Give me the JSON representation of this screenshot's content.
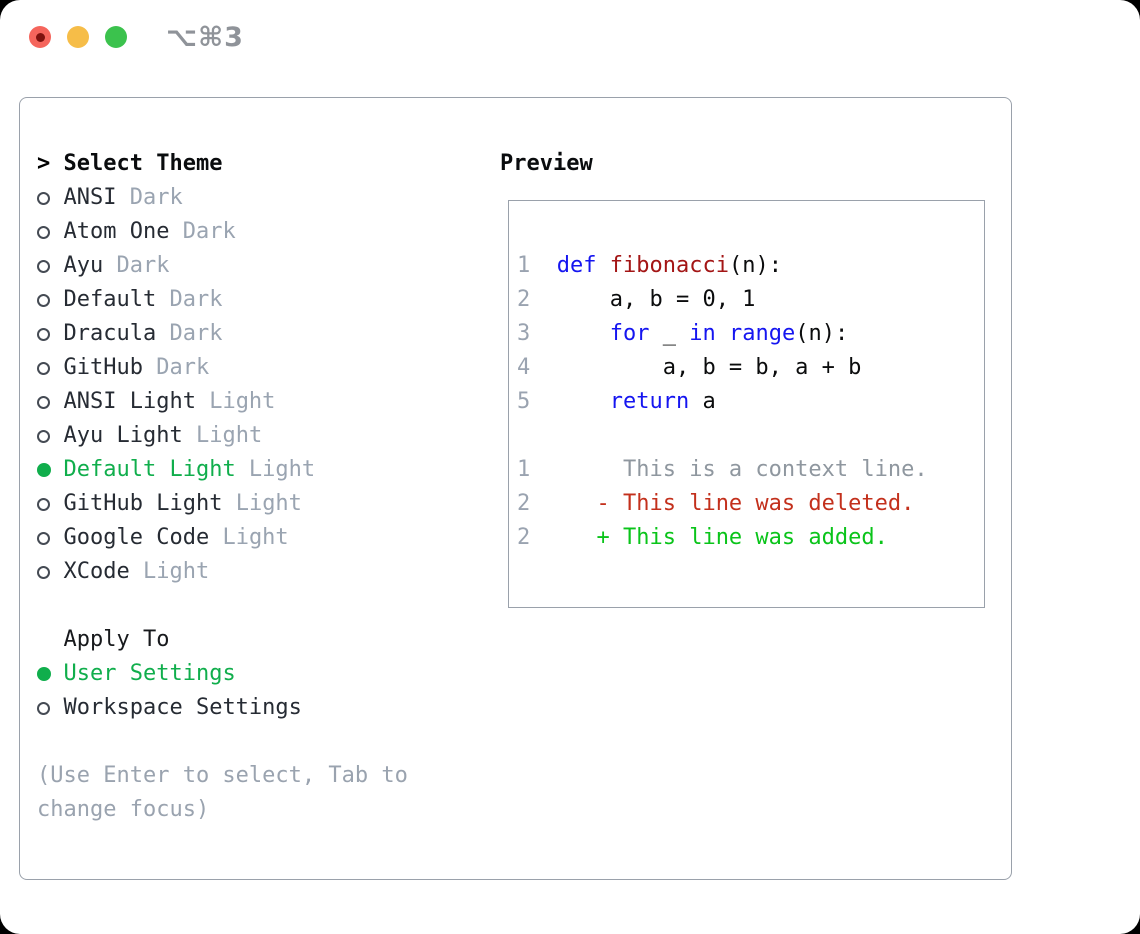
{
  "titlebar": {
    "shortcut": "⌥⌘3"
  },
  "theme_panel": {
    "prompt": ">",
    "title": "Select Theme",
    "items": [
      {
        "name": "ANSI",
        "variant": "Dark",
        "selected": false
      },
      {
        "name": "Atom One",
        "variant": "Dark",
        "selected": false
      },
      {
        "name": "Ayu",
        "variant": "Dark",
        "selected": false
      },
      {
        "name": "Default",
        "variant": "Dark",
        "selected": false
      },
      {
        "name": "Dracula",
        "variant": "Dark",
        "selected": false
      },
      {
        "name": "GitHub",
        "variant": "Dark",
        "selected": false
      },
      {
        "name": "ANSI Light",
        "variant": "Light",
        "selected": false
      },
      {
        "name": "Ayu Light",
        "variant": "Light",
        "selected": false
      },
      {
        "name": "Default Light",
        "variant": "Light",
        "selected": true
      },
      {
        "name": "GitHub Light",
        "variant": "Light",
        "selected": false
      },
      {
        "name": "Google Code",
        "variant": "Light",
        "selected": false
      },
      {
        "name": "XCode",
        "variant": "Light",
        "selected": false
      }
    ],
    "apply_to": {
      "title": "Apply To",
      "options": [
        {
          "label": "User Settings",
          "selected": true
        },
        {
          "label": "Workspace Settings",
          "selected": false
        }
      ]
    },
    "hint_lines": [
      "(Use Enter to select, Tab to",
      "change focus)"
    ]
  },
  "preview": {
    "title": "Preview",
    "code_lines": [
      [
        {
          "t": "1",
          "c": "num"
        },
        {
          "t": "  ",
          "c": "code"
        },
        {
          "t": "def",
          "c": "kw"
        },
        {
          "t": " ",
          "c": "code"
        },
        {
          "t": "fibonacci",
          "c": "fn"
        },
        {
          "t": "(n):",
          "c": "code"
        }
      ],
      [
        {
          "t": "2",
          "c": "num"
        },
        {
          "t": "      ",
          "c": "code"
        },
        {
          "t": "a, b = 0, 1",
          "c": "code"
        }
      ],
      [
        {
          "t": "3",
          "c": "num"
        },
        {
          "t": "      ",
          "c": "code"
        },
        {
          "t": "for",
          "c": "kw"
        },
        {
          "t": " _ ",
          "c": "code"
        },
        {
          "t": "in",
          "c": "kw"
        },
        {
          "t": " ",
          "c": "code"
        },
        {
          "t": "range",
          "c": "kw"
        },
        {
          "t": "(n):",
          "c": "code"
        }
      ],
      [
        {
          "t": "4",
          "c": "num"
        },
        {
          "t": "          ",
          "c": "code"
        },
        {
          "t": "a, b = b, a + b",
          "c": "code"
        }
      ],
      [
        {
          "t": "5",
          "c": "num"
        },
        {
          "t": "      ",
          "c": "code"
        },
        {
          "t": "return",
          "c": "kw"
        },
        {
          "t": " a",
          "c": "code"
        }
      ]
    ],
    "diff_lines": [
      [
        {
          "t": "1",
          "c": "num"
        },
        {
          "t": "       ",
          "c": "code"
        },
        {
          "t": "This is a context line.",
          "c": "ctx"
        }
      ],
      [
        {
          "t": "2",
          "c": "num"
        },
        {
          "t": "     ",
          "c": "code"
        },
        {
          "t": "- This line was deleted.",
          "c": "del"
        }
      ],
      [
        {
          "t": "2",
          "c": "num"
        },
        {
          "t": "     ",
          "c": "code"
        },
        {
          "t": "+ This line was added.",
          "c": "add"
        }
      ]
    ]
  },
  "colors": {
    "accent_green": "#10ae4c",
    "added_green": "#0ac41a",
    "deleted_red": "#c3301c",
    "keyword_blue": "#1515f0",
    "function_red": "#a31515",
    "text_dark": "#262b33",
    "muted_gray": "#9aa4b1",
    "line_number_gray": "#9aa3b0",
    "context_gray": "#8f979f",
    "border_gray": "#9aa1ab",
    "hint_gray": "#9aa3af",
    "titlebar_gray": "#8f9399",
    "traffic_red": "#f5655c",
    "traffic_yellow": "#f6bd48",
    "traffic_green": "#3bc24d"
  }
}
